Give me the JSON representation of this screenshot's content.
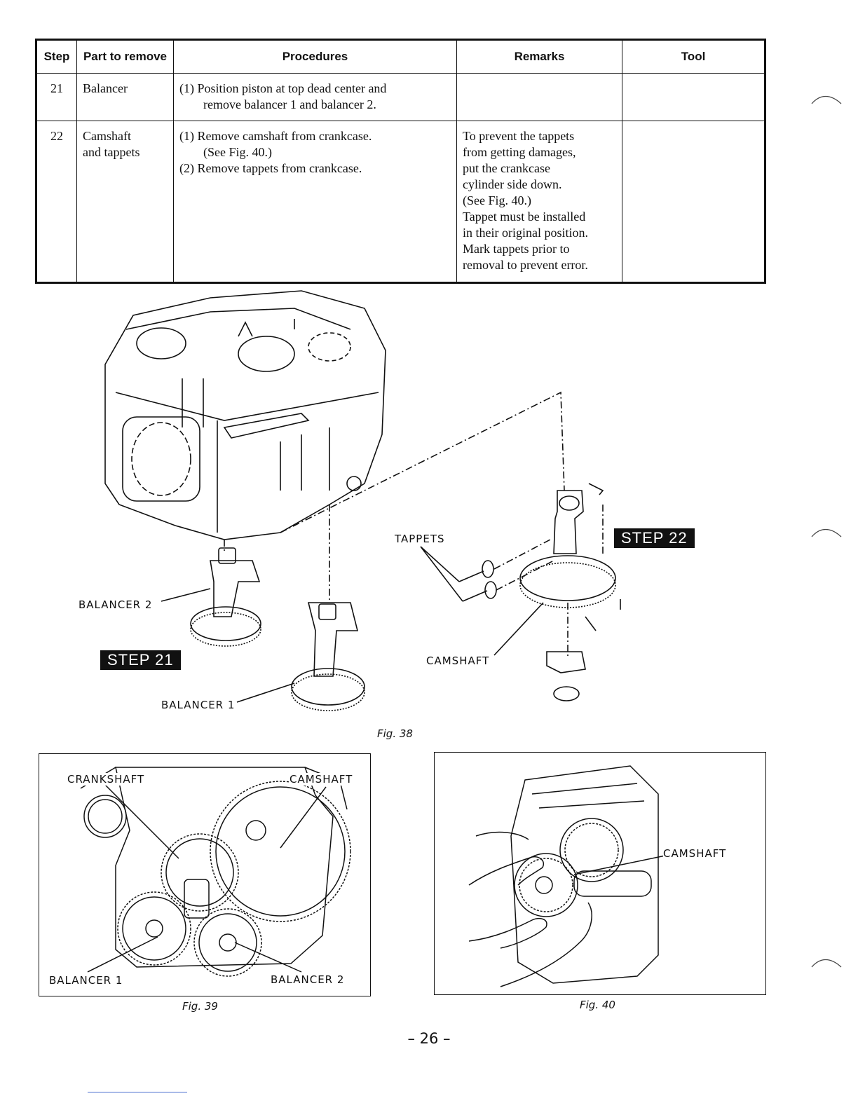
{
  "table": {
    "headers": [
      "Step",
      "Part to remove",
      "Procedures",
      "Remarks",
      "Tool"
    ],
    "rows": [
      {
        "step": "21",
        "part": "Balancer",
        "procedures": [
          "(1) Position piston at top dead center and",
          "remove balancer 1 and balancer 2."
        ],
        "remarks": [],
        "tool": ""
      },
      {
        "step": "22",
        "part_lines": [
          "Camshaft",
          "and tappets"
        ],
        "procedures": [
          "(1) Remove camshaft from crankcase.",
          "(See Fig. 40.)",
          "(2) Remove tappets from crankcase."
        ],
        "remarks": [
          "To prevent the tappets",
          "from getting damages,",
          "put the crankcase",
          "cylinder side down.",
          "(See Fig. 40.)",
          "Tappet must be installed",
          "in their original position.",
          "Mark tappets prior to",
          "removal to prevent error."
        ],
        "tool": ""
      }
    ]
  },
  "fig38": {
    "caption": "Fig. 38",
    "labels": {
      "tappets": "TAPPETS",
      "step22": "STEP 22",
      "balancer2": "BALANCER 2",
      "step21": "STEP 21",
      "camshaft": "CAMSHAFT",
      "balancer1": "BALANCER 1"
    }
  },
  "fig39": {
    "caption": "Fig. 39",
    "labels": {
      "crankshaft": "CRANKSHAFT",
      "camshaft": "CAMSHAFT",
      "balancer1": "BALANCER 1",
      "balancer2": "BALANCER 2"
    }
  },
  "fig40": {
    "caption": "Fig. 40",
    "labels": {
      "camshaft": "CAMSHAFT"
    }
  },
  "page_number": "– 26 –"
}
